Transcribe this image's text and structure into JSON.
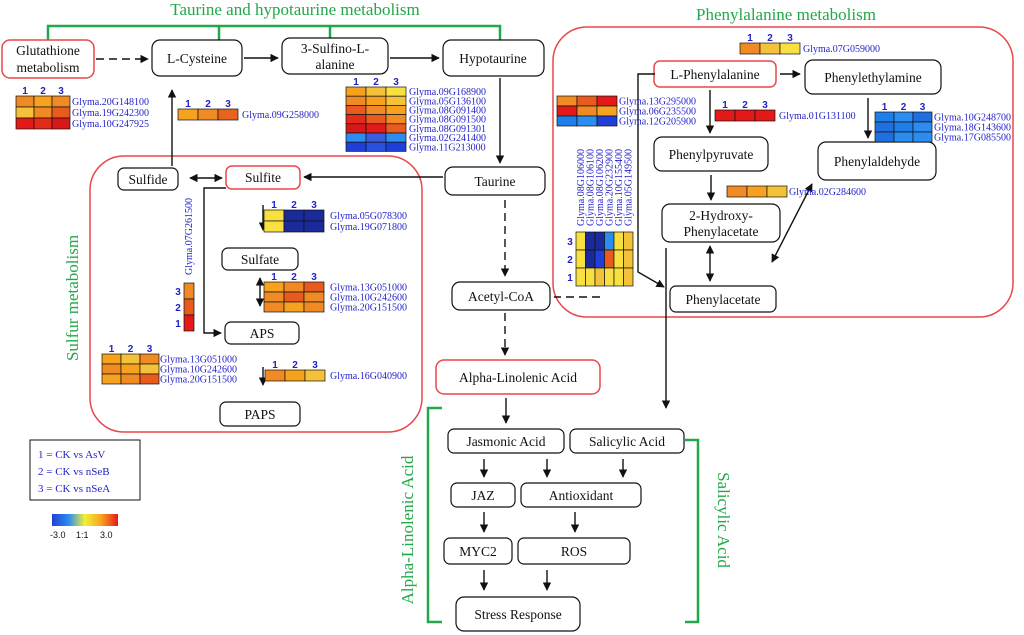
{
  "titles": {
    "taurine": "Taurine and hypotaurine metabolism",
    "phenylalanine": "Phenylalanine metabolism",
    "sulfur": "Sulfur metabolism",
    "alpha": "Alpha-Linolenic Acid",
    "salicylic": "Salicylic Acid"
  },
  "nodes": {
    "glutathione_1": "Glutathione",
    "glutathione_2": "metabolism",
    "lcysteine": "L-Cysteine",
    "sulfino_1": "3-Sulfino-L-",
    "sulfino_2": "alanine",
    "hypotaurine": "Hypotaurine",
    "taurine": "Taurine",
    "sulfide": "Sulfide",
    "sulfite": "Sulfite",
    "sulfate": "Sulfate",
    "aps": "APS",
    "paps": "PAPS",
    "acetylcoa": "Acetyl-CoA",
    "alpha_linolenic": "Alpha-Linolenic Acid",
    "jasmonic": "Jasmonic Acid",
    "salicylic_node": "Salicylic Acid",
    "jaz": "JAZ",
    "antioxidant": "Antioxidant",
    "myc2": "MYC2",
    "ros": "ROS",
    "stress": "Stress Response",
    "lphe": "L-Phenylalanine",
    "phenylethylamine": "Phenylethylamine",
    "phenylpyruvate": "Phenylpyruvate",
    "phenylaldehyde": "Phenylaldehyde",
    "hpa_1": "2-Hydroxy-",
    "hpa_2": "Phenylacetate",
    "phenylacetate": "Phenylacetate"
  },
  "col_idx": [
    "1",
    "2",
    "3"
  ],
  "legend": {
    "items": [
      "1 = CK vs AsV",
      "2 = CK vs nSeB",
      "3 = CK vs nSeA"
    ],
    "scale_labels": [
      "-3.0",
      "1:1",
      "3.0"
    ],
    "scale_colors": [
      "#1f3fd8",
      "#2c8cf0",
      "#f4f036",
      "#f6a21e",
      "#e41a1a"
    ]
  },
  "colors": {
    "green": "#22a84a",
    "red_box": "#e8474b",
    "node_border": "#111111",
    "gene_text": "#1f1fc8"
  },
  "heatmaps": [
    {
      "name": "hm-glutathione",
      "genes": [
        "Glyma.20G148100",
        "Glyma.19G242300",
        "Glyma.10G247925"
      ],
      "cells": [
        [
          "#f08a24",
          "#f6a21e",
          "#f08a24"
        ],
        [
          "#f4c23a",
          "#f08a24",
          "#e85a1e"
        ],
        [
          "#e41a1a",
          "#e42a1a",
          "#d81818"
        ]
      ]
    },
    {
      "name": "hm-lcysteine",
      "genes": [
        "Glyma.09G258000"
      ],
      "cells": [
        [
          "#f6a21e",
          "#f08a24",
          "#e8641e"
        ]
      ]
    },
    {
      "name": "hm-hypotaurine",
      "genes": [
        "Glyma.09G168900",
        "Glyma.05G136100",
        "Glyma.08G091400",
        "Glyma.08G091500",
        "Glyma.08G091301",
        "Glyma.02G241400",
        "Glyma.11G213000"
      ],
      "cells": [
        [
          "#f6a21e",
          "#f4c23a",
          "#f8e040"
        ],
        [
          "#f08a24",
          "#f6a21e",
          "#f4c23a"
        ],
        [
          "#e85a1e",
          "#f08a24",
          "#f6a21e"
        ],
        [
          "#e42a1a",
          "#e85a1e",
          "#f08a24"
        ],
        [
          "#d81818",
          "#e41a1a",
          "#e85a1e"
        ],
        [
          "#2c8cf0",
          "#3a5ce0",
          "#2c8cf0"
        ],
        [
          "#1f3fd8",
          "#2a50e0",
          "#1f3fd8"
        ]
      ]
    },
    {
      "name": "hm-sulfite",
      "genes": [
        "Glyma.05G078300",
        "Glyma.19G071800"
      ],
      "cells": [
        [
          "#f8e040",
          "#1a2a9a",
          "#1a2a9a"
        ],
        [
          "#f8e040",
          "#1a2a9a",
          "#1a2a9a"
        ]
      ]
    },
    {
      "name": "hm-sulfate",
      "genes": [
        "Glyma.13G051000",
        "Glyma.10G242600",
        "Glyma.20G151500"
      ],
      "cells": [
        [
          "#f6a21e",
          "#f08a24",
          "#e85a1e"
        ],
        [
          "#f08a24",
          "#e85a1e",
          "#f08a24"
        ],
        [
          "#f08a24",
          "#f6a21e",
          "#f08a24"
        ]
      ]
    },
    {
      "name": "hm-paps-left",
      "genes": [
        "Glyma.13G051000",
        "Glyma.10G242600",
        "Glyma.20G151500"
      ],
      "cells": [
        [
          "#f6a21e",
          "#f4c23a",
          "#f08a24"
        ],
        [
          "#f08a24",
          "#f6a21e",
          "#f4c23a"
        ],
        [
          "#f6a21e",
          "#f08a24",
          "#e85a1e"
        ]
      ]
    },
    {
      "name": "hm-aps",
      "genes": [
        "Glyma.16G040900"
      ],
      "cells": [
        [
          "#f08a24",
          "#f6a21e",
          "#f4c23a"
        ]
      ]
    },
    {
      "name": "hm-top-phe",
      "genes": [
        "Glyma.07G059000"
      ],
      "cells": [
        [
          "#f08a24",
          "#f4c23a",
          "#f8e040"
        ]
      ]
    },
    {
      "name": "hm-lphe",
      "genes": [
        "Glyma.13G295000",
        "Glyma.06G235500",
        "Glyma.12G205900"
      ],
      "cells": [
        [
          "#f08a24",
          "#e85a1e",
          "#e41a1a"
        ],
        [
          "#e41a1a",
          "#f08a24",
          "#f6a21e"
        ],
        [
          "#1f7fe8",
          "#2c8cf0",
          "#1f3fd8"
        ]
      ]
    },
    {
      "name": "hm-phenylethylamine",
      "genes": [
        "Glyma.01G131100"
      ],
      "cells": [
        [
          "#e41a1a",
          "#e41a1a",
          "#e41a1a"
        ]
      ]
    },
    {
      "name": "hm-phenylaldehyde",
      "genes": [
        "Glyma.10G248700",
        "Glyma.18G143600",
        "Glyma.17G085500"
      ],
      "cells": [
        [
          "#1f7fe8",
          "#2c8cf0",
          "#1f6fe0"
        ],
        [
          "#1f6fe0",
          "#1f7fe8",
          "#2c8cf0"
        ],
        [
          "#1f6fe0",
          "#2c8cf0",
          "#2c8cf0"
        ]
      ]
    },
    {
      "name": "hm-phenylpyruvate",
      "genes": [
        "Glyma.02G284600"
      ],
      "cells": [
        [
          "#f08a24",
          "#f6a21e",
          "#f4c23a"
        ]
      ]
    }
  ],
  "vertical_heatmaps": [
    {
      "name": "hm-sulfite-vertical",
      "genes": [
        "Glyma.07G261500"
      ],
      "cells": [
        [
          "#f08a24"
        ],
        [
          "#e85a1e"
        ],
        [
          "#e41a1a"
        ]
      ]
    },
    {
      "name": "hm-phenylacetate-grid",
      "genes": [
        "Glyma.08G106000",
        "Glyma.08G106100",
        "Glyma.08G106200",
        "Glyma.20G232900",
        "Glyma.10G155400",
        "Glyma.05G149500"
      ],
      "cells": [
        [
          "#f8e040",
          "#1a2a9a",
          "#1a2a9a",
          "#2c8cf0",
          "#f8e040",
          "#f4c23a"
        ],
        [
          "#f8e040",
          "#1a2a9a",
          "#1f3fd8",
          "#e85a1e",
          "#f8e040",
          "#f4c23a"
        ],
        [
          "#f8e040",
          "#f8e040",
          "#f4c23a",
          "#f8e040",
          "#f8e040",
          "#f4c23a"
        ]
      ]
    }
  ]
}
